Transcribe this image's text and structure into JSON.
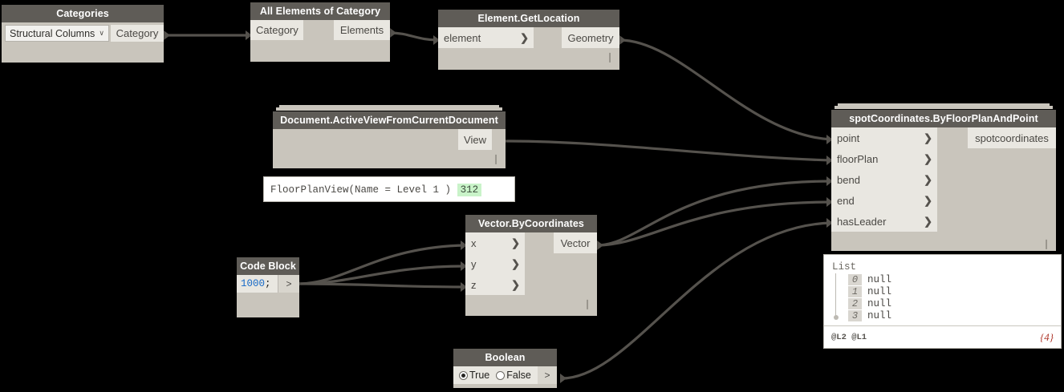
{
  "app": "dynamo-graph-canvas",
  "colors": {
    "canvas": "#000000",
    "node_body": "#c9c5bc",
    "node_header": "#5f5c57",
    "port": "#e9e7e1",
    "wire": "#55524d",
    "code_number": "#1569c7",
    "highlight": "#c9f3c9",
    "count_badge": "#b03a2e"
  },
  "nodes": {
    "categories": {
      "title": "Categories",
      "dropdown_value": "Structural Columns",
      "outputs": [
        "Category"
      ]
    },
    "all_elements_of_category": {
      "title": "All Elements of Category",
      "inputs": [
        "Category"
      ],
      "outputs": [
        "Elements"
      ]
    },
    "element_get_location": {
      "title": "Element.GetLocation",
      "inputs": [
        "element"
      ],
      "outputs": [
        "Geometry"
      ]
    },
    "document_active_view": {
      "title": "Document.ActiveViewFromCurrentDocument",
      "inputs": [],
      "outputs": [
        "View"
      ],
      "preview": {
        "text": "FloorPlanView(Name = Level 1 )",
        "badge": "312"
      }
    },
    "vector_by_coordinates": {
      "title": "Vector.ByCoordinates",
      "inputs": [
        "x",
        "y",
        "z"
      ],
      "outputs": [
        "Vector"
      ]
    },
    "code_block": {
      "title": "Code Block",
      "code_number": "1000",
      "code_terminator": ";",
      "output_glyph": ">"
    },
    "boolean": {
      "title": "Boolean",
      "options": [
        "True",
        "False"
      ],
      "selected": "True",
      "output_glyph": ">"
    },
    "spot_coordinates": {
      "title": "spotCoordinates.ByFloorPlanAndPoint",
      "inputs": [
        "point",
        "floorPlan",
        "bend",
        "end",
        "hasLeader"
      ],
      "outputs": [
        "spotcoordinates"
      ],
      "preview": {
        "header": "List",
        "rows": [
          {
            "index": "0",
            "value": "null"
          },
          {
            "index": "1",
            "value": "null"
          },
          {
            "index": "2",
            "value": "null"
          },
          {
            "index": "3",
            "value": "null"
          }
        ],
        "levels": "@L2 @L1",
        "count": "{4}"
      }
    }
  },
  "glyphs": {
    "chevron": "❯",
    "dropdown_caret": "∨",
    "resize_grip": "❘"
  }
}
